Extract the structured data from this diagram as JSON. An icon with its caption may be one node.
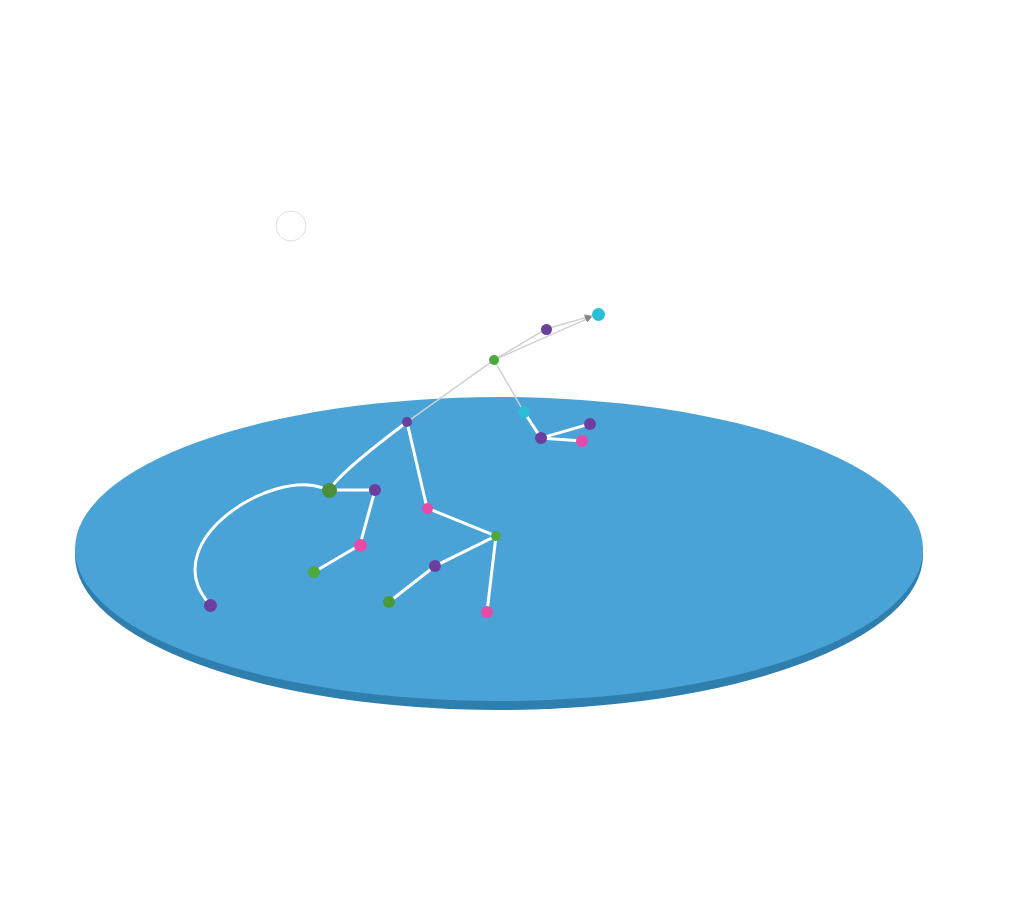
{
  "diagram": {
    "nodes": [
      {
        "text": [],
        "shape": "circle"
      },
      {
        "text": [],
        "shape": "circle"
      },
      {
        "text": [],
        "shape": "circle"
      },
      {
        "text": [],
        "shape": "circle"
      },
      {
        "text": [],
        "shape": "circle"
      },
      {
        "text": [],
        "shape": "circle"
      },
      {
        "text": [],
        "shape": "circle"
      },
      {
        "text": [],
        "shape": "circle"
      },
      {
        "text": [],
        "shape": "circle"
      },
      {
        "text": [],
        "shape": "circle"
      },
      {
        "text": [],
        "shape": "circle"
      },
      {
        "text": [],
        "shape": "circle"
      },
      {
        "text": [],
        "shape": "circle"
      },
      {
        "text": [],
        "shape": "circle"
      },
      {
        "text": [],
        "shape": "circle"
      },
      {
        "text": [],
        "shape": "circle"
      },
      {
        "text": [],
        "shape": "circle"
      },
      {
        "text": [],
        "shape": "circle"
      },
      {
        "text": [],
        "shape": "circle"
      }
    ],
    "edges": [
      {
        "from": 3,
        "to": 2,
        "arrow": "none",
        "color": "#d0d0d0"
      },
      {
        "from": 2,
        "to": 1,
        "arrow": "to",
        "color": "#d0d0d0"
      },
      {
        "from": 3,
        "to": 1,
        "arrow": "to",
        "color": "#d0d0d0"
      },
      {
        "from": 3,
        "to": 4,
        "arrow": "none",
        "color": "#d0d0d0"
      },
      {
        "from": 3,
        "to": 5,
        "arrow": "none",
        "color": "#d0d0d0"
      },
      {
        "from": 4,
        "to": 7,
        "arrow": "none"
      },
      {
        "from": 7,
        "to": 6,
        "arrow": "none"
      },
      {
        "from": 7,
        "to": 8,
        "arrow": "none"
      },
      {
        "from": 5,
        "to": 9,
        "arrow": "none"
      },
      {
        "from": 5,
        "to": 11,
        "arrow": "none"
      },
      {
        "from": 9,
        "to": 10,
        "arrow": "none"
      },
      {
        "from": 9,
        "to": 17,
        "arrow": "none"
      },
      {
        "from": 10,
        "to": 13,
        "arrow": "none"
      },
      {
        "from": 13,
        "to": 15,
        "arrow": "none"
      },
      {
        "from": 11,
        "to": 12,
        "arrow": "none"
      },
      {
        "from": 12,
        "to": 14,
        "arrow": "none"
      },
      {
        "from": 14,
        "to": 16,
        "arrow": "none"
      },
      {
        "from": 12,
        "to": 18,
        "arrow": "none"
      }
    ]
  }
}
